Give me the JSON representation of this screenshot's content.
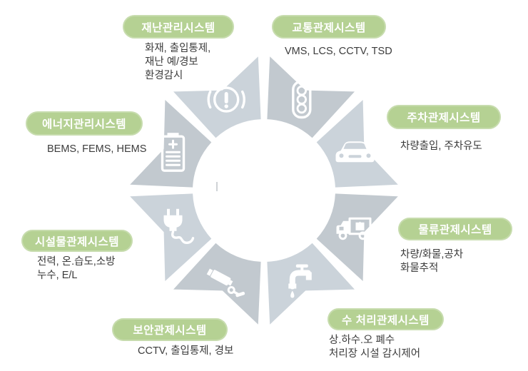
{
  "diagram": {
    "type": "circular-process-diagram",
    "segment_count": 8,
    "colors": {
      "pill_green": "#b5d193",
      "wedge_light": "#cbd3da",
      "wedge_dark": "#c2c9cf",
      "icon_white": "#ffffff",
      "desc_text": "#3c3c3c"
    }
  },
  "systems": [
    {
      "label": "재난관리시스템",
      "desc": "화재, 출입통제,\n재난 예/경보\n환경감시",
      "icon": "brake-warning-icon",
      "position": "top-left"
    },
    {
      "label": "교통관제시스템",
      "desc": "VMS, LCS, CCTV, TSD",
      "icon": "traffic-light-icon",
      "position": "top-right"
    },
    {
      "label": "주차관제시스템",
      "desc": "차량출입, 주차유도",
      "icon": "car-icon",
      "position": "right-upper"
    },
    {
      "label": "물류관제시스템",
      "desc": "차량/화물,공차\n화물추적",
      "icon": "truck-icon",
      "position": "right-lower"
    },
    {
      "label": "수 처리관제시스템",
      "desc": "상.하수.오 폐수\n처리장 시설 감시제어",
      "icon": "faucet-icon",
      "position": "bottom-right"
    },
    {
      "label": "보안관제시스템",
      "desc": "CCTV, 출입통제, 경보",
      "icon": "cctv-icon",
      "position": "bottom-left"
    },
    {
      "label": "시설물관제시스템",
      "desc": "전력, 온.습도,소방\n누수, E/L",
      "icon": "plug-icon",
      "position": "left-lower"
    },
    {
      "label": "에너지관리시스템",
      "desc": "BEMS, FEMS, HEMS",
      "icon": "battery-icon",
      "position": "left-upper"
    }
  ]
}
